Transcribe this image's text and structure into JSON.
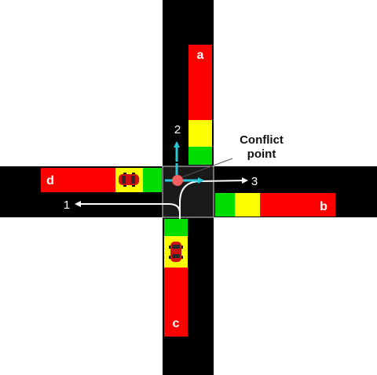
{
  "lanes": {
    "a": "a",
    "b": "b",
    "c": "c",
    "d": "d"
  },
  "routes": {
    "r1": "1",
    "r2": "2",
    "r3": "3"
  },
  "conflict": {
    "line1": "Conflict",
    "line2": "point"
  },
  "colors": {
    "road": "#000000",
    "intersection": "#1a1a1a",
    "red": "#ff0000",
    "yellow": "#ffff00",
    "green": "#00dd00",
    "cyan": "#29c8d8",
    "conflict_dot": "#f26060",
    "arrow": "#ffffff",
    "car": "#cc1010"
  }
}
